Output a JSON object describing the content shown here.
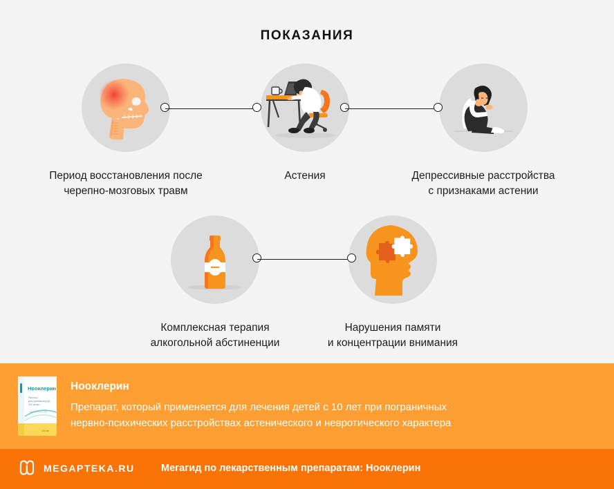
{
  "title": "ПОКАЗАНИЯ",
  "colors": {
    "background": "#f4f4f4",
    "circle": "#dcdcdc",
    "connector": "#1b1b1b",
    "banner_orange": "#ff9f33",
    "footer_orange": "#fa7307",
    "icon_orange": "#f7941e",
    "icon_orange_light": "#fbb47a",
    "icon_red": "#ee3124",
    "text_dark": "#1c1c1c",
    "text_white": "#ffffff"
  },
  "nodes": [
    {
      "id": "head-trauma",
      "icon": "injured-skull-icon",
      "caption": "Период восстановления после\nчерепно-мозговых травм"
    },
    {
      "id": "asthenia",
      "icon": "tired-person-at-desk-icon",
      "caption": "Астения"
    },
    {
      "id": "depression",
      "icon": "depressed-person-icon",
      "caption": "Депрессивные расстройства\nс признаками астении"
    },
    {
      "id": "alcohol-withdrawal",
      "icon": "beer-bottle-icon",
      "caption": "Комплексная терапия\nалкогольной абстиненции"
    },
    {
      "id": "memory-concentration",
      "icon": "head-puzzle-icon",
      "caption": "Нарушения памяти\nи концентрации внимания"
    }
  ],
  "product": {
    "name": "Нооклерин",
    "description": "Препарат, который применяется для лечения детей с 10 лет при пограничных\nнервно-психических расстройствах астенического и невротического характера",
    "box_label": "Нооклерин"
  },
  "footer": {
    "logo_icon": "megapteka-m-logo-icon",
    "logo_text": "MEGAPTEKA.RU",
    "tagline": "Мегагид по лекарственным препаратам: Нооклерин"
  }
}
